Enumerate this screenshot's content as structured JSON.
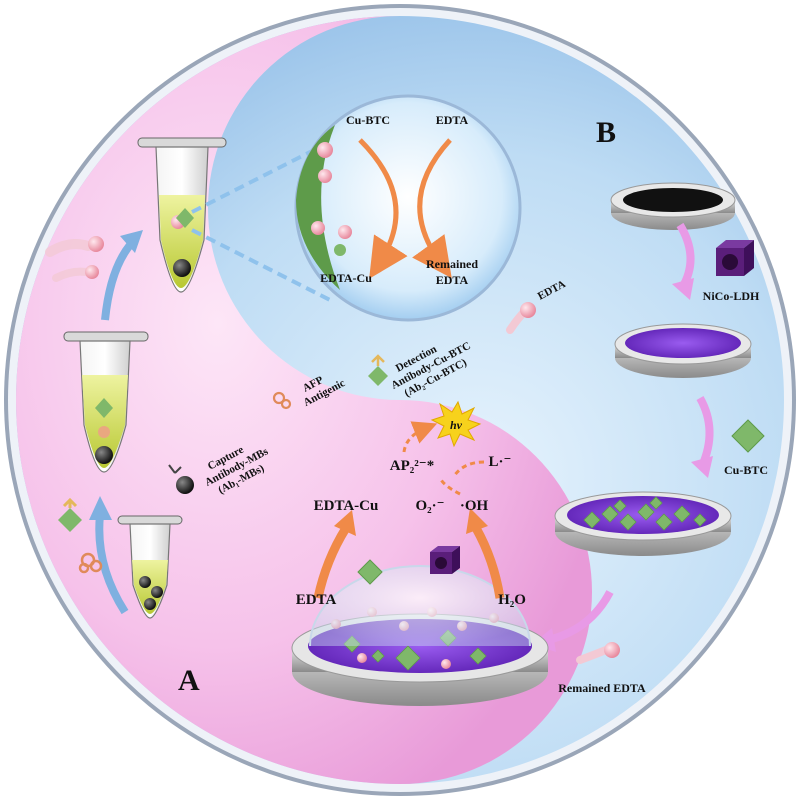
{
  "labels": {
    "panel_a": "A",
    "panel_b": "B",
    "inset_cu_btc": "Cu-BTC",
    "inset_edta": "EDTA",
    "inset_edta_cu": "EDTA-Cu",
    "inset_remained_1": "Remained",
    "inset_remained_2": "EDTA",
    "capture_1": "Capture",
    "capture_2": "Antibody-MBs",
    "capture_3": "(Ab₁-MBs)",
    "afp_1": "AFP",
    "afp_2": "Antigenic",
    "detection_1": "Detection",
    "detection_2": "Antibody-Cu-BTC",
    "detection_3": "(Ab₂-Cu-BTC)",
    "edta_diag": "EDTA",
    "nico_ldh": "NiCo-LDH",
    "cu_btc_b": "Cu-BTC",
    "hv": "hv",
    "ap2": "AP₂²⁻*",
    "l_radical": "L·⁻",
    "o2_radical": "O₂·⁻",
    "oh_radical": "·OH",
    "edta_cu_main": "EDTA-Cu",
    "edta_main": "EDTA",
    "h2o": "H₂O",
    "remained_edta": "Remained EDTA"
  },
  "colors": {
    "pink_half": "#f4b4e4",
    "blue_half": "#b8d8f2",
    "ring": "#dfe6f0",
    "purple_film": "#6a2cc4",
    "cu_btc_green": "#7fb86a",
    "arrow_orange": "#f08a48",
    "arrow_blue": "#7fb0e0",
    "arrow_pink": "#e89ae6",
    "solution_green": "#d4e060"
  }
}
